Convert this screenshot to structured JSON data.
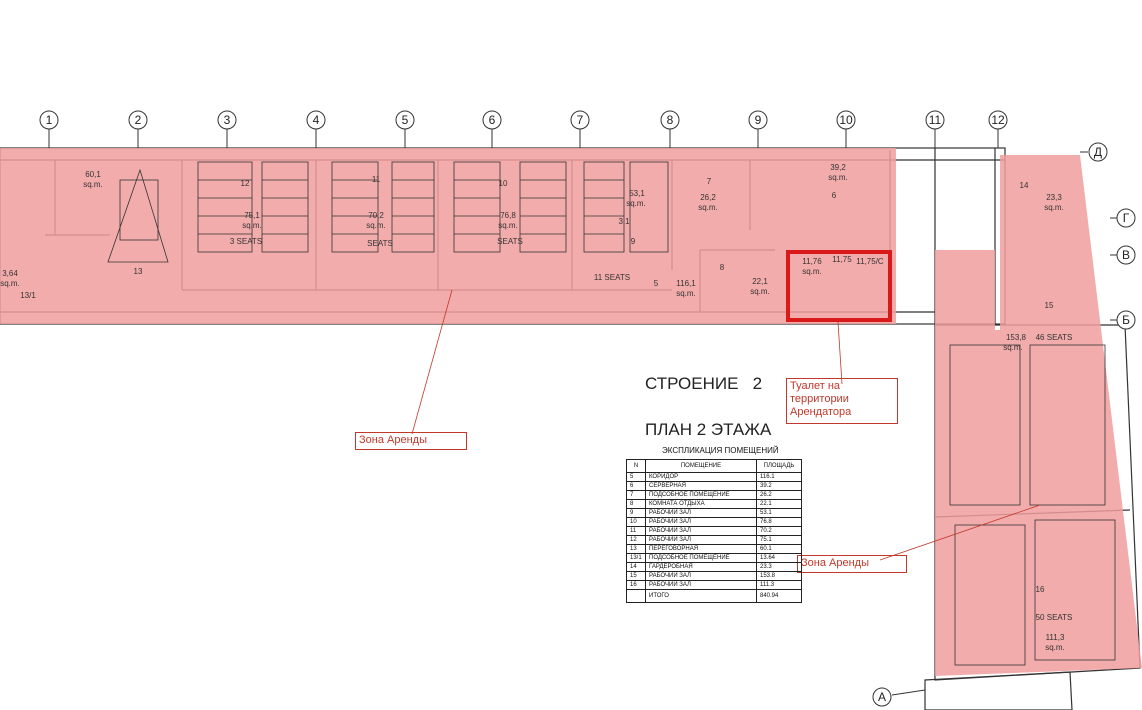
{
  "grid_axes": {
    "vertical": [
      "1",
      "2",
      "3",
      "4",
      "5",
      "6",
      "7",
      "8",
      "9",
      "10",
      "11",
      "12"
    ],
    "horizontal": [
      "Д",
      "Г",
      "В",
      "Б",
      "А"
    ]
  },
  "rooms": {
    "r60": {
      "area": "60,1",
      "unit": "sq.m."
    },
    "r75": {
      "area": "75,1",
      "unit": "sq.m.",
      "num": "12",
      "seats": "3 SEATS"
    },
    "r70": {
      "area": "70,2",
      "unit": "sq.m.",
      "num": "11",
      "seats": "SEATS"
    },
    "r76": {
      "area": "76,8",
      "unit": "sq.m.",
      "num": "10",
      "seats": "SEATS"
    },
    "r53": {
      "area": "53,1",
      "unit": "sq.m.",
      "num": "9",
      "area2": "3,1"
    },
    "r26": {
      "area": "26,2",
      "unit": "sq.m.",
      "num": "7"
    },
    "r39": {
      "area": "39,2",
      "unit": "sq.m.",
      "num": "6"
    },
    "r13": {
      "num": "13"
    },
    "r364": {
      "area": "3,64",
      "unit": "sq.m.",
      "num": "13/1"
    },
    "r116": {
      "area": "116,1",
      "unit": "sq.m.",
      "num": "5",
      "seats": "11 SEATS"
    },
    "r22": {
      "area": "22,1",
      "unit": "sq.m.",
      "num": "8"
    },
    "r11": {
      "area": "11,76",
      "unit": "sq.m.",
      "area2": "11,75",
      "area3": "11,75/С"
    },
    "r23": {
      "area": "23,3",
      "unit": "sq.m.",
      "num": "14"
    },
    "r15": {
      "num": "15"
    },
    "r153": {
      "area": "153,8",
      "unit": "sq.m.",
      "seats": "46 SEATS"
    },
    "r16": {
      "num": "16",
      "seats": "50 SEATS"
    },
    "r111": {
      "area": "111,3",
      "unit": "sq.m."
    }
  },
  "headings": {
    "building": "СТРОЕНИЕ   2",
    "floor": "ПЛАН 2 ЭТАЖА"
  },
  "callouts": {
    "toilet": "Туалет на территории Арендатора",
    "zone1": "Зона Аренды",
    "zone2": "Зона Аренды"
  },
  "explication": {
    "caption": "ЭКСПЛИКАЦИЯ ПОМЕЩЕНИЙ",
    "headers": [
      "N",
      "ПОМЕЩЕНИЕ",
      "ПЛОЩАДЬ"
    ],
    "rows": [
      [
        "5",
        "КОРИДОР",
        "116.1"
      ],
      [
        "6",
        "СЕРВЕРНАЯ",
        "39.2"
      ],
      [
        "7",
        "ПОДСОБНОЕ ПОМЕЩЕНИЕ",
        "26.2"
      ],
      [
        "8",
        "КОМНАТА ОТДЫХА",
        "22.1"
      ],
      [
        "9",
        "РАБОЧИЙ ЗАЛ",
        "53.1"
      ],
      [
        "10",
        "РАБОЧИЙ ЗАЛ",
        "76.8"
      ],
      [
        "11",
        "РАБОЧИЙ ЗАЛ",
        "70.2"
      ],
      [
        "12",
        "РАБОЧИЙ ЗАЛ",
        "75.1"
      ],
      [
        "13",
        "ПЕРЕГОВОРНАЯ",
        "60.1"
      ],
      [
        "13/1",
        "ПОДСОБНОЕ ПОМЕЩЕНИЕ",
        "13.64"
      ],
      [
        "14",
        "ГАРДЕРОБНАЯ",
        "23.3"
      ],
      [
        "15",
        "РАБОЧИЙ ЗАЛ",
        "153.8"
      ],
      [
        "16",
        "РАБОЧИЙ ЗАЛ",
        "111.3"
      ]
    ],
    "total_label": "ИТОГО",
    "total_value": "840.94"
  },
  "colors": {
    "zone_fill": "#f19e9e",
    "toilet_border": "#d91a1a",
    "callout": "#c0392b",
    "line": "#333333"
  }
}
